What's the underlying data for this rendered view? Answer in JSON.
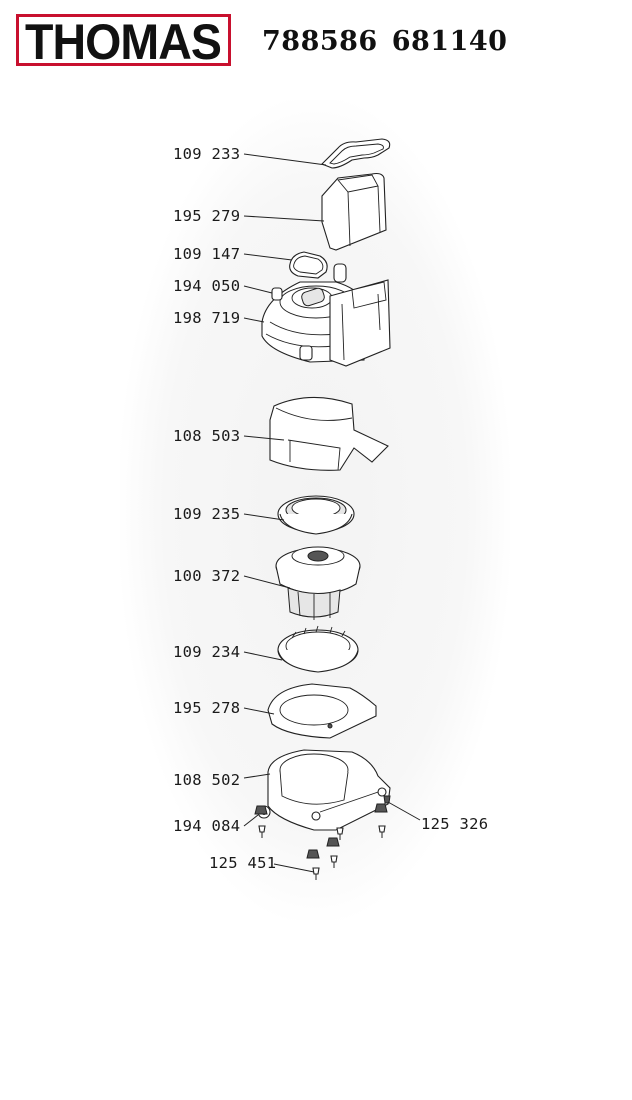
{
  "brand": {
    "name": "THOMAS",
    "frame_color": "#c8102e",
    "text_color": "#111111"
  },
  "header": {
    "code_1": "788586",
    "code_2": "681140"
  },
  "parts": [
    {
      "label": "109 233"
    },
    {
      "label": "195 279"
    },
    {
      "label": "109 147"
    },
    {
      "label": "194 050"
    },
    {
      "label": "198 719"
    },
    {
      "label": "108 503"
    },
    {
      "label": "109 235"
    },
    {
      "label": "100 372"
    },
    {
      "label": "109 234"
    },
    {
      "label": "195 278"
    },
    {
      "label": "108 502"
    },
    {
      "label": "194 084"
    },
    {
      "label": "125 326"
    },
    {
      "label": "125 451"
    }
  ]
}
